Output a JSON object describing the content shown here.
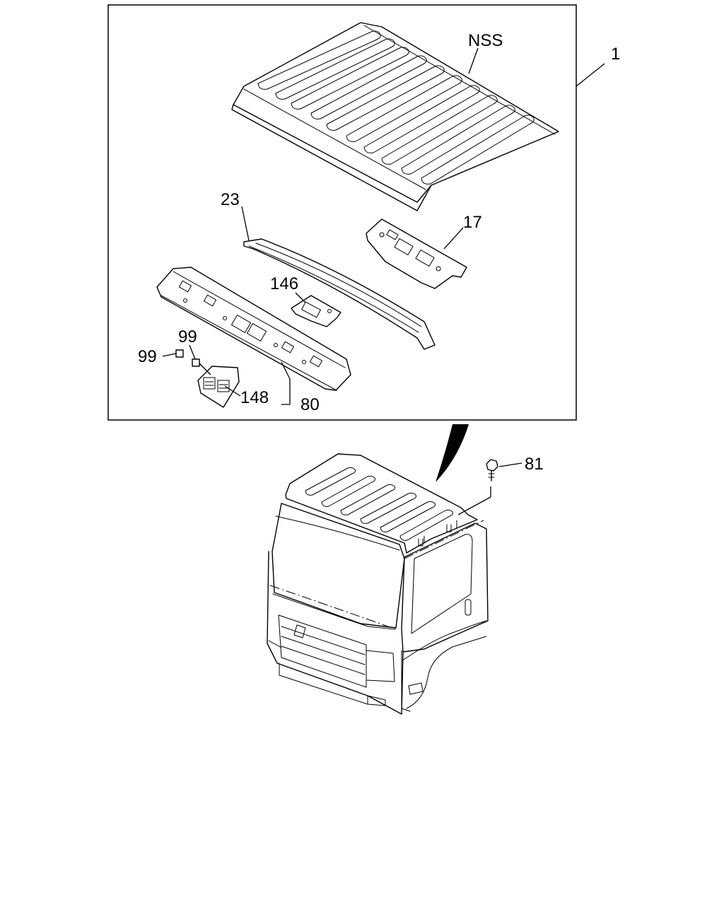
{
  "labels": {
    "nss": "NSS",
    "assembly": "1",
    "part_23": "23",
    "part_17": "17",
    "part_146": "146",
    "part_99_a": "99",
    "part_99_b": "99",
    "part_148": "148",
    "part_80": "80",
    "part_81": "81"
  },
  "colors": {
    "line": "#000000",
    "background": "#ffffff"
  }
}
